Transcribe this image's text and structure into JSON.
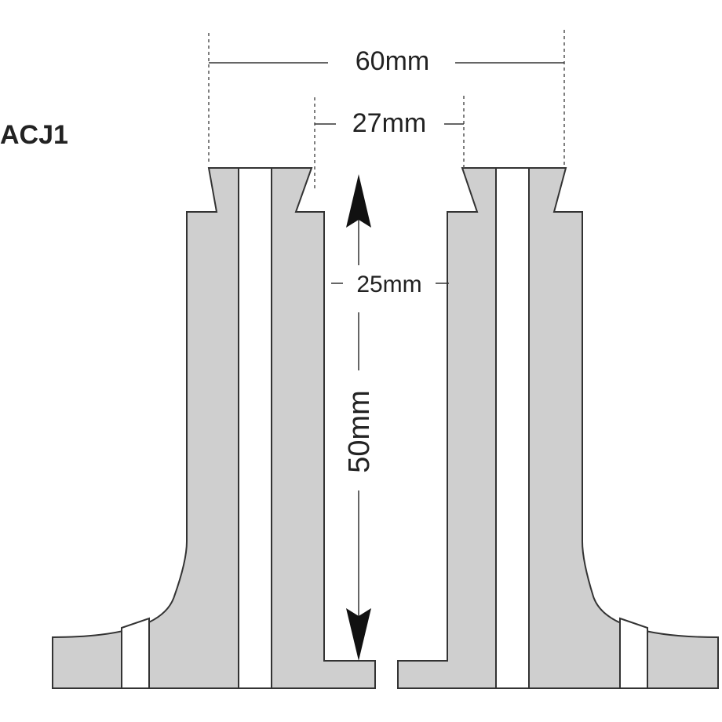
{
  "title": "ACJ1",
  "dimensions": {
    "outer_width": "60mm",
    "inner_width": "27mm",
    "bore": "25mm",
    "height": "50mm"
  },
  "colors": {
    "part_fill": "#cfcfcf",
    "outline": "#333333",
    "text": "#222222",
    "background": "#ffffff"
  }
}
